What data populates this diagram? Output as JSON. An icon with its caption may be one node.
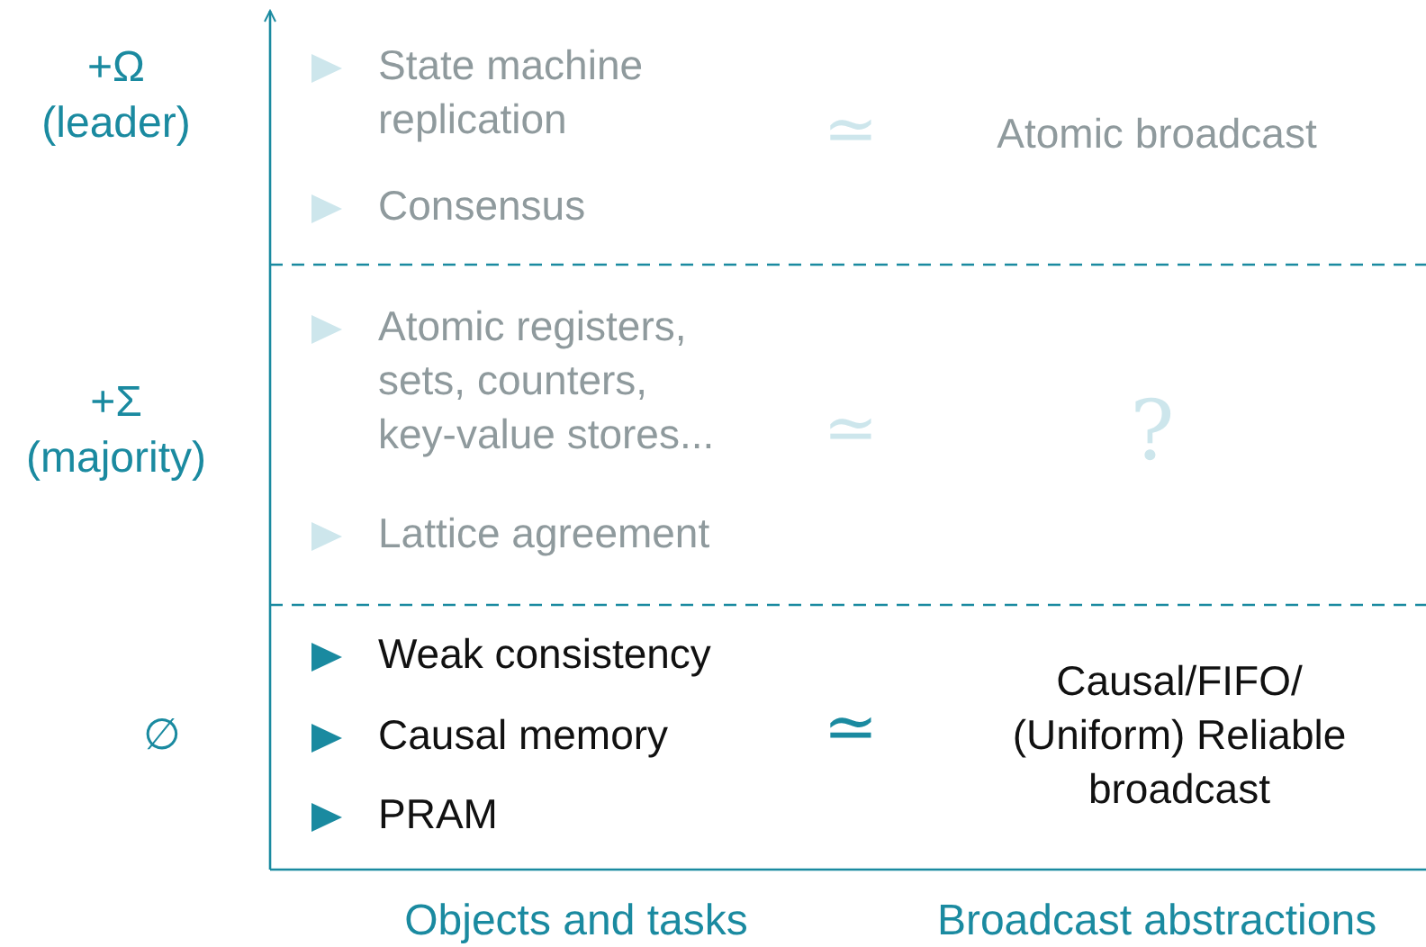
{
  "diagram": {
    "labels": [
      "+Ω (leader)",
      "State machine replication",
      "≃",
      "Atomic broadcast",
      "Consensus",
      "+Σ (majority)",
      "Atomic registers, sets, counters, key-value stores...",
      "≃",
      "?",
      "Lattice agreement",
      "∅",
      "Weak consistency",
      "≃",
      "Causal/FIFO/ (Uniform) Reliable broadcast",
      "Causal memory",
      "PRAM",
      "Objects and tasks",
      "Broadcast abstractions"
    ]
  }
}
